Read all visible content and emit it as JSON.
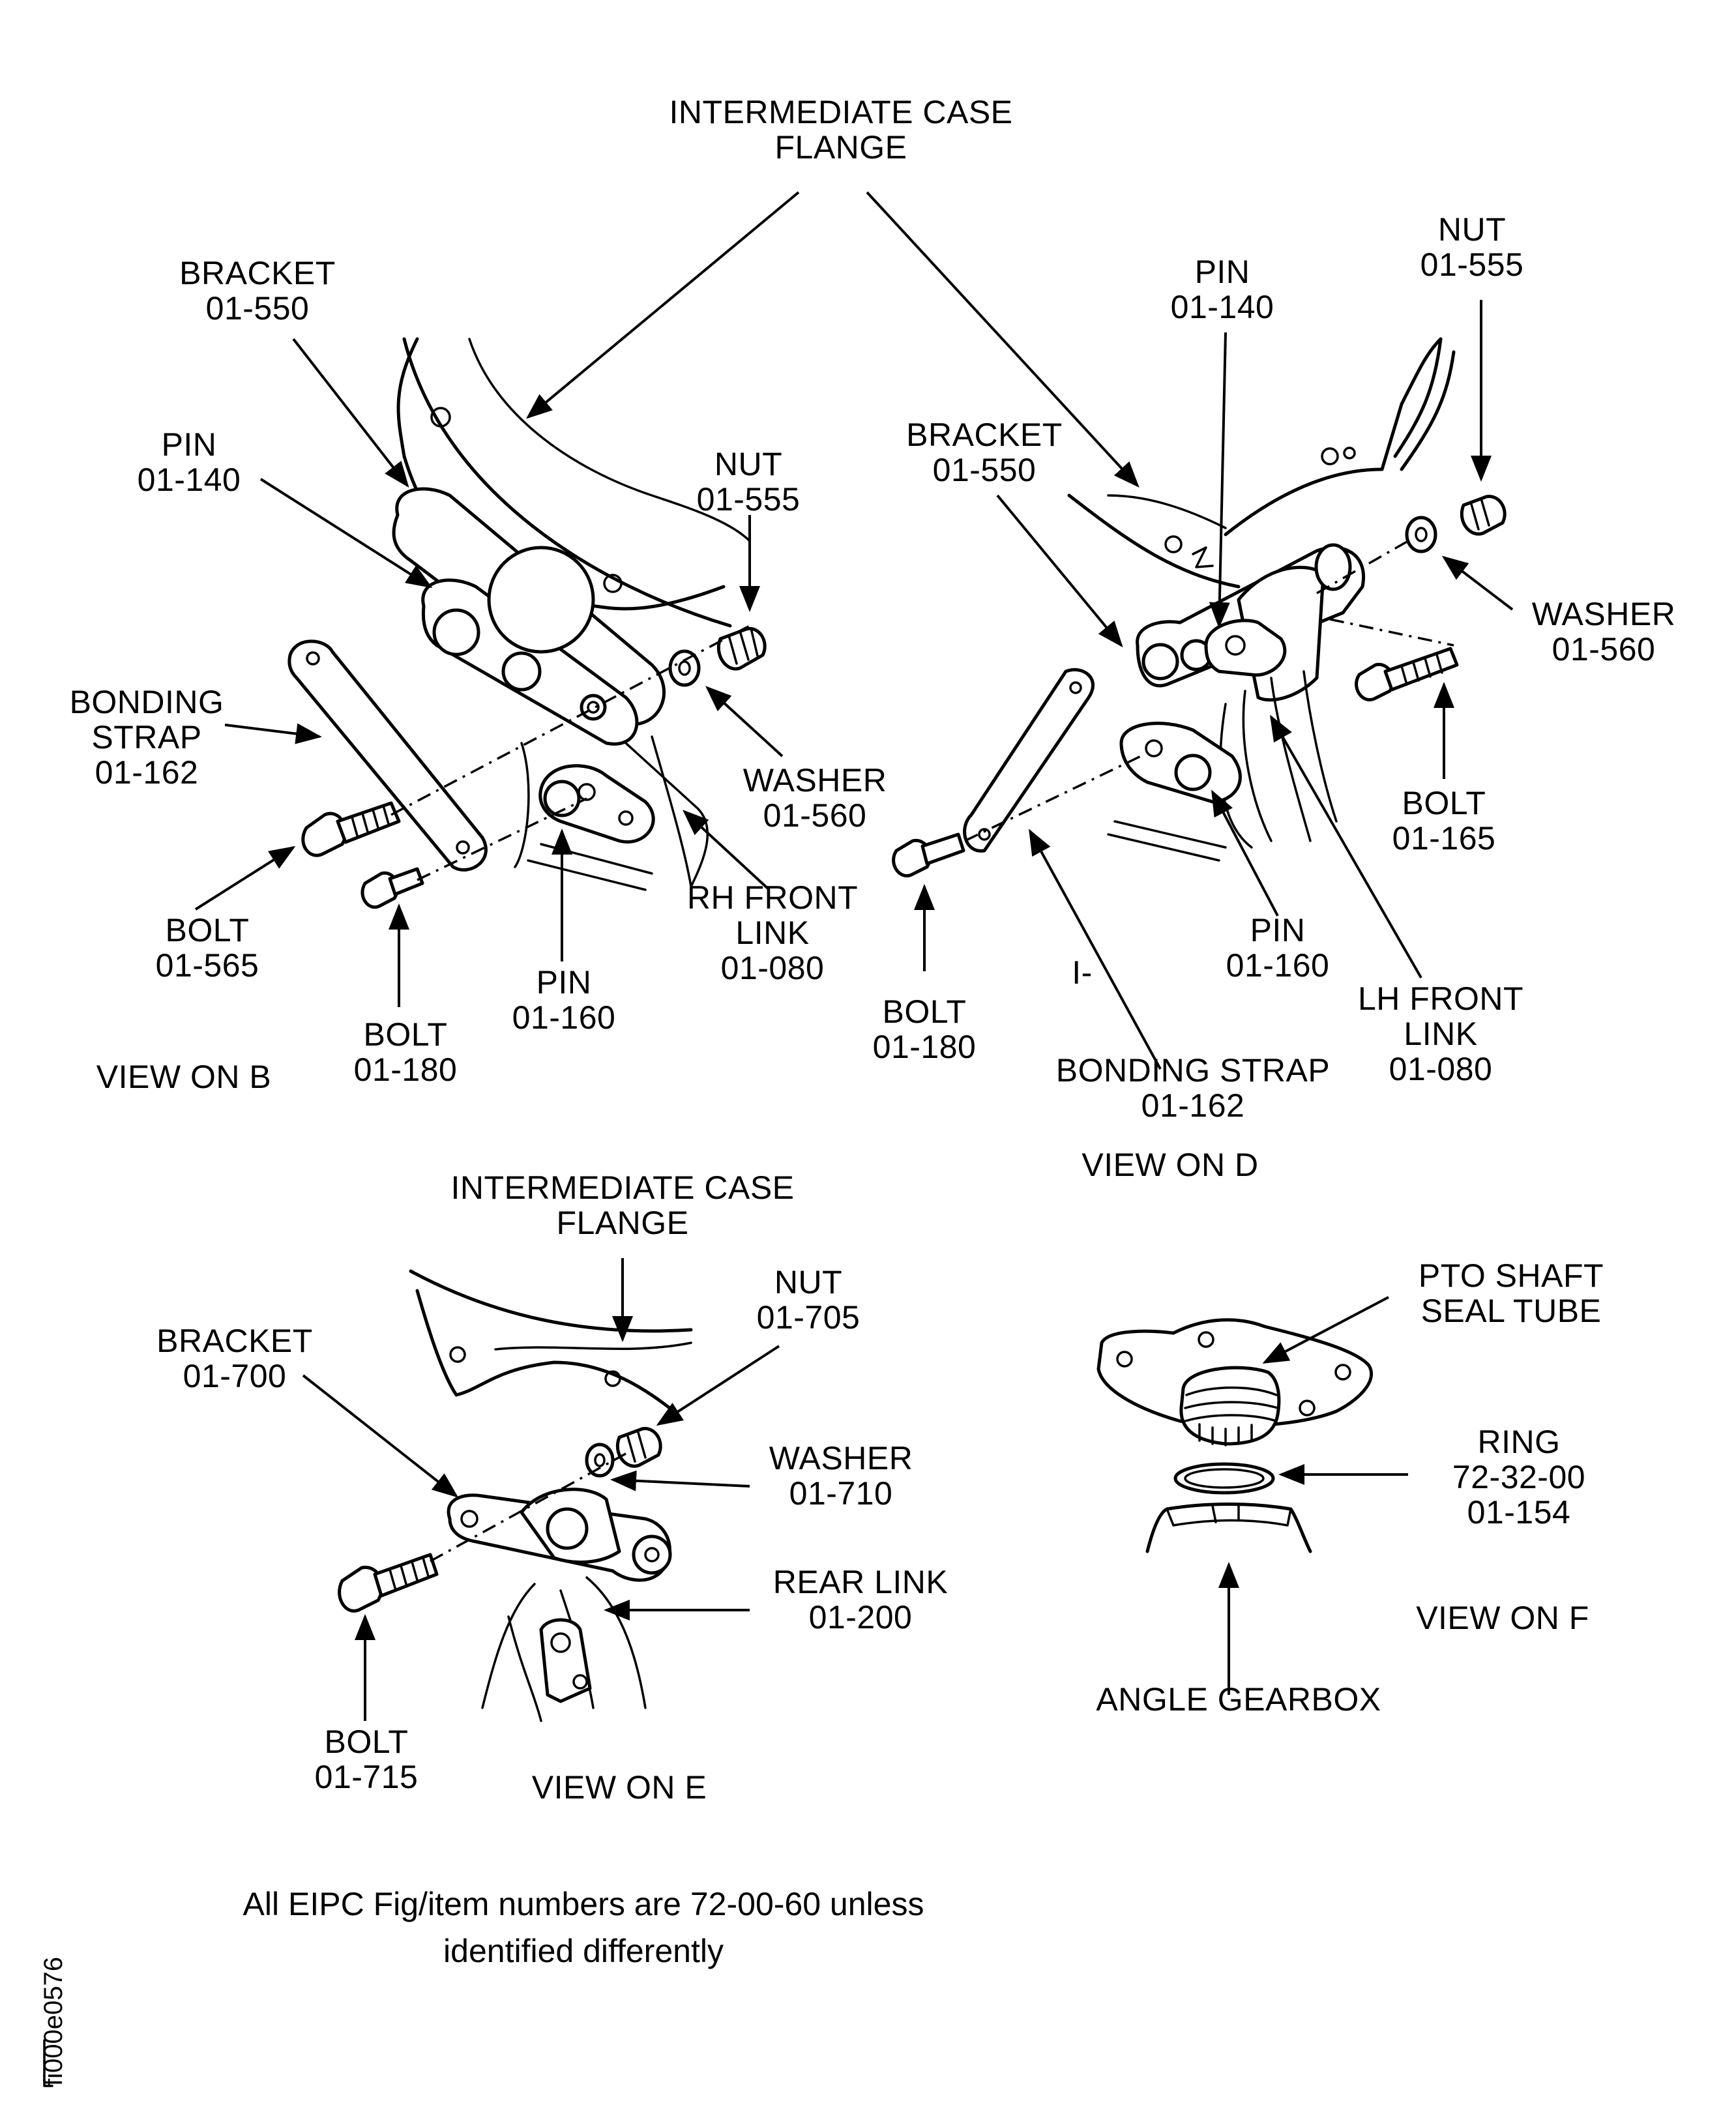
{
  "views": {
    "b": {
      "title": "VIEW ON B",
      "flange": [
        "INTERMEDIATE CASE",
        "FLANGE"
      ],
      "bracket": [
        "BRACKET",
        "01-550"
      ],
      "pin_top": [
        "PIN",
        "01-140"
      ],
      "nut": [
        "NUT",
        "01-555"
      ],
      "washer": [
        "WASHER",
        "01-560"
      ],
      "strap": [
        "BONDING",
        "STRAP",
        "01-162"
      ],
      "bolt_left": [
        "BOLT",
        "01-565"
      ],
      "bolt_bottom": [
        "BOLT",
        "01-180"
      ],
      "pin_bottom": [
        "PIN",
        "01-160"
      ],
      "link": [
        "RH FRONT",
        "LINK",
        "01-080"
      ]
    },
    "d": {
      "title": "VIEW ON D",
      "pin_top": [
        "PIN",
        "01-140"
      ],
      "nut": [
        "NUT",
        "01-555"
      ],
      "bracket": [
        "BRACKET",
        "01-550"
      ],
      "washer": [
        "WASHER",
        "01-560"
      ],
      "bolt_right": [
        "BOLT",
        "01-165"
      ],
      "bolt_left": [
        "BOLT",
        "01-180"
      ],
      "pin_bottom": [
        "PIN",
        "01-160"
      ],
      "link": [
        "LH FRONT",
        "LINK",
        "01-080"
      ],
      "strap": [
        "BONDING STRAP",
        "01-162"
      ],
      "mark": "I-"
    },
    "e": {
      "title": "VIEW ON E",
      "flange": [
        "INTERMEDIATE CASE",
        "FLANGE"
      ],
      "nut": [
        "NUT",
        "01-705"
      ],
      "bracket": [
        "BRACKET",
        "01-700"
      ],
      "washer": [
        "WASHER",
        "01-710"
      ],
      "link": [
        "REAR LINK",
        "01-200"
      ],
      "bolt": [
        "BOLT",
        "01-715"
      ]
    },
    "f": {
      "title": "VIEW ON F",
      "tube": [
        "PTO SHAFT",
        "SEAL TUBE"
      ],
      "ring": [
        "RING",
        "72-32-00",
        "01-154"
      ],
      "gearbox": "ANGLE GEARBOX"
    }
  },
  "note": [
    "All EIPC Fig/item numbers are 72-00-60 unless",
    "identified differently"
  ],
  "figure_id": "fi000e0576"
}
